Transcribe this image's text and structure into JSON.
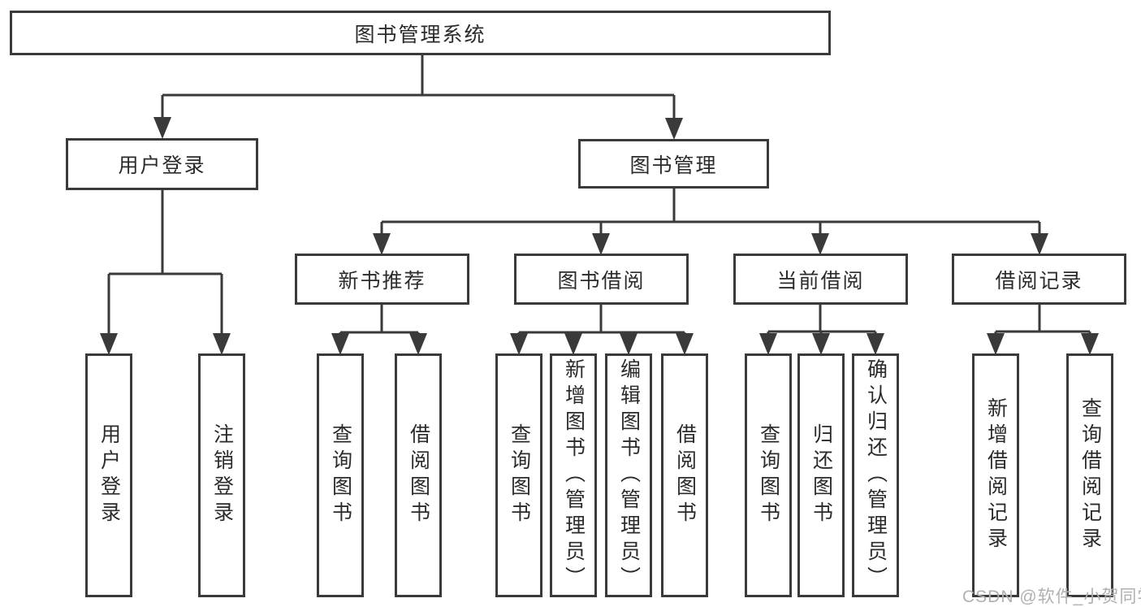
{
  "diagram": {
    "root": {
      "label": "图书管理系统"
    },
    "level2": [
      {
        "label": "用户登录"
      },
      {
        "label": "图书管理"
      }
    ],
    "level3": [
      {
        "label": "新书推荐"
      },
      {
        "label": "图书借阅"
      },
      {
        "label": "当前借阅"
      },
      {
        "label": "借阅记录"
      }
    ],
    "leaves": [
      {
        "label": "用户登录"
      },
      {
        "label": "注销登录"
      },
      {
        "label": "查询图书"
      },
      {
        "label": "借阅图书"
      },
      {
        "label": "查询图书"
      },
      {
        "label": "新增图书（管理员）"
      },
      {
        "label": "编辑图书（管理员）"
      },
      {
        "label": "借阅图书"
      },
      {
        "label": "查询图书"
      },
      {
        "label": "归还图书"
      },
      {
        "label": "确认归还（管理员）"
      },
      {
        "label": "新增借阅记录"
      },
      {
        "label": "查询借阅记录"
      }
    ]
  },
  "watermark": {
    "text": "CSDN @软件_小贺同学"
  },
  "colors": {
    "line": "#3a3a3a",
    "text": "#2b2b2b",
    "background": "#ffffff",
    "watermark": "#b0b0b0"
  }
}
